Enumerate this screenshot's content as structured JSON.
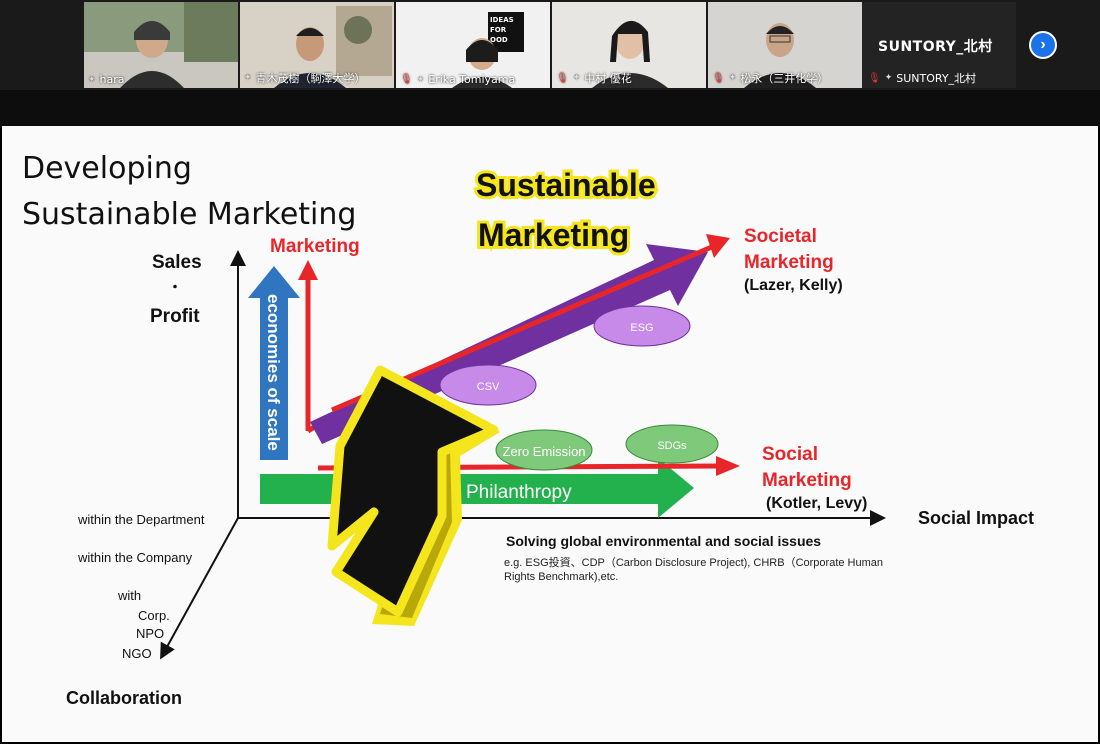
{
  "participants": [
    {
      "name": "hara",
      "muted": false
    },
    {
      "name": "青木茂樹（駒澤大学）",
      "muted": false,
      "active": true
    },
    {
      "name": "Erika Tomiyama",
      "muted": true,
      "logo": [
        "IDEAS",
        "FOR",
        "OOD"
      ]
    },
    {
      "name": "中村 優花",
      "muted": true
    },
    {
      "name": "松永（三井化学）",
      "muted": true
    },
    {
      "name": "SUNTORY_北村",
      "muted": true,
      "display_name": "SUNTORY_北村"
    }
  ],
  "next_icon": "chevron-right-icon",
  "slide": {
    "title_line1": "Developing",
    "title_line2": "Sustainable Marketing",
    "sus_line1": "Sustainable",
    "sus_line2": "Marketing",
    "y_axis_line1": "Sales",
    "y_axis_dot": "・",
    "y_axis_line2": "Profit",
    "marketing": "Marketing",
    "economies": "economies of scale",
    "societal_line1": "Societal",
    "societal_line2": "Marketing",
    "societal_authors": "(Lazer, Kelly)",
    "esg": "ESG",
    "csv": "CSV",
    "zero_emission": "Zero Emission",
    "sdgs": "SDGs",
    "social_line1": "Social",
    "social_line2": "Marketing",
    "social_authors": "(Kotler, Levy)",
    "philanthropy": "Philanthropy",
    "x_axis": "Social Impact",
    "solving": "Solving global environmental and social issues",
    "eg_line1": "e.g. ESG投資、CDP（Carbon Disclosure Project), CHRB（Corporate Human",
    "eg_line2": "Rights Benchmark),etc.",
    "within_dept": "within the Department",
    "within_company": "within the Company",
    "with": "with",
    "corp": "Corp.",
    "npo": "NPO",
    "ngo": "NGO",
    "collaboration": "Collaboration"
  },
  "colors": {
    "accent_red": "#e8262a",
    "purple": "#7030a0",
    "green": "#22b14c",
    "blue": "#2f75c0",
    "ellipse": "#c88ae8",
    "green_ellipse": "#7fc97a",
    "cursor_yellow": "#f5e51c"
  }
}
